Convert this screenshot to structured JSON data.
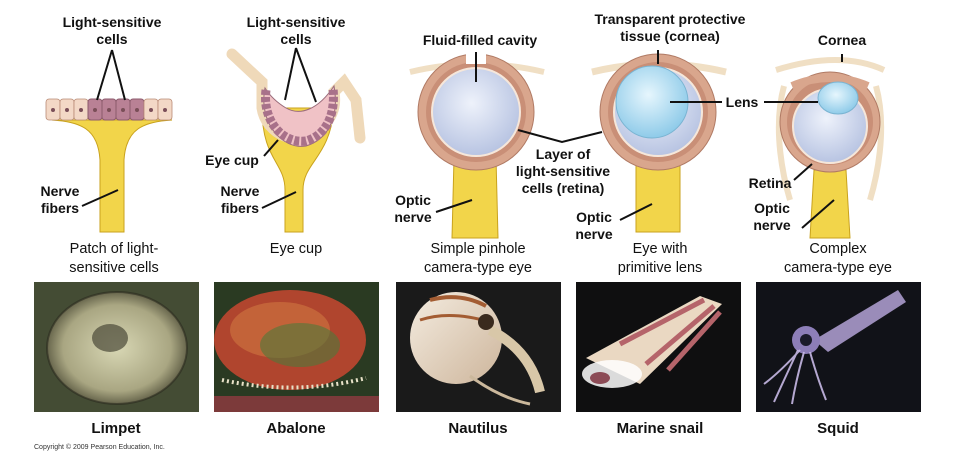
{
  "stages": [
    {
      "title": [
        "Patch of light-",
        "sensitive cells"
      ],
      "labels": {
        "cells": [
          "Light-sensitive",
          "cells"
        ],
        "nerve": [
          "Nerve",
          "fibers"
        ]
      },
      "organism": "Limpet"
    },
    {
      "title": [
        "Eye cup"
      ],
      "labels": {
        "cells": [
          "Light-sensitive",
          "cells"
        ],
        "cup": "Eye cup",
        "nerve": [
          "Nerve",
          "fibers"
        ]
      },
      "organism": "Abalone"
    },
    {
      "title": [
        "Simple pinhole",
        "camera-type eye"
      ],
      "labels": {
        "cavity": "Fluid-filled  cavity",
        "retina": [
          "Layer of",
          "light-sensitive",
          "cells (retina)"
        ],
        "optic": [
          "Optic",
          "nerve"
        ]
      },
      "organism": "Nautilus"
    },
    {
      "title": [
        "Eye with",
        "primitive lens"
      ],
      "labels": {
        "cornea": [
          "Transparent protective",
          "tissue (cornea)"
        ],
        "lens": "Lens",
        "optic": [
          "Optic",
          "nerve"
        ]
      },
      "organism": "Marine snail"
    },
    {
      "title": [
        "Complex",
        "camera-type eye"
      ],
      "labels": {
        "cornea": "Cornea",
        "retina": "Retina",
        "optic": [
          "Optic",
          "nerve"
        ]
      },
      "organism": "Squid"
    }
  ],
  "copyright": "Copyright © 2009 Pearson Education, Inc.",
  "colors": {
    "nerve": "#f2d54a",
    "cells": "#b98195",
    "lens": "#bfe3f5",
    "cavity": "#dbe3f2",
    "retina_ring": "#c98f77"
  }
}
